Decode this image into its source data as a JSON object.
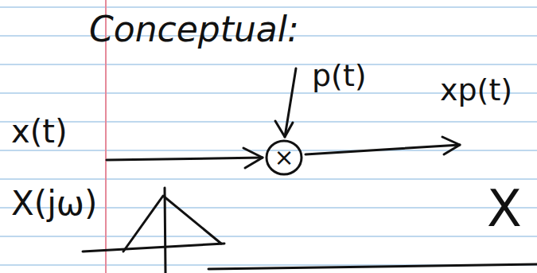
{
  "diagram": {
    "title": "Conceptual:",
    "nodes": [
      {
        "text": [
          "×"
        ]
      }
    ],
    "labels": [
      "x(t)",
      "p(t)",
      "xp(t)",
      "X(jω)",
      "X"
    ]
  }
}
